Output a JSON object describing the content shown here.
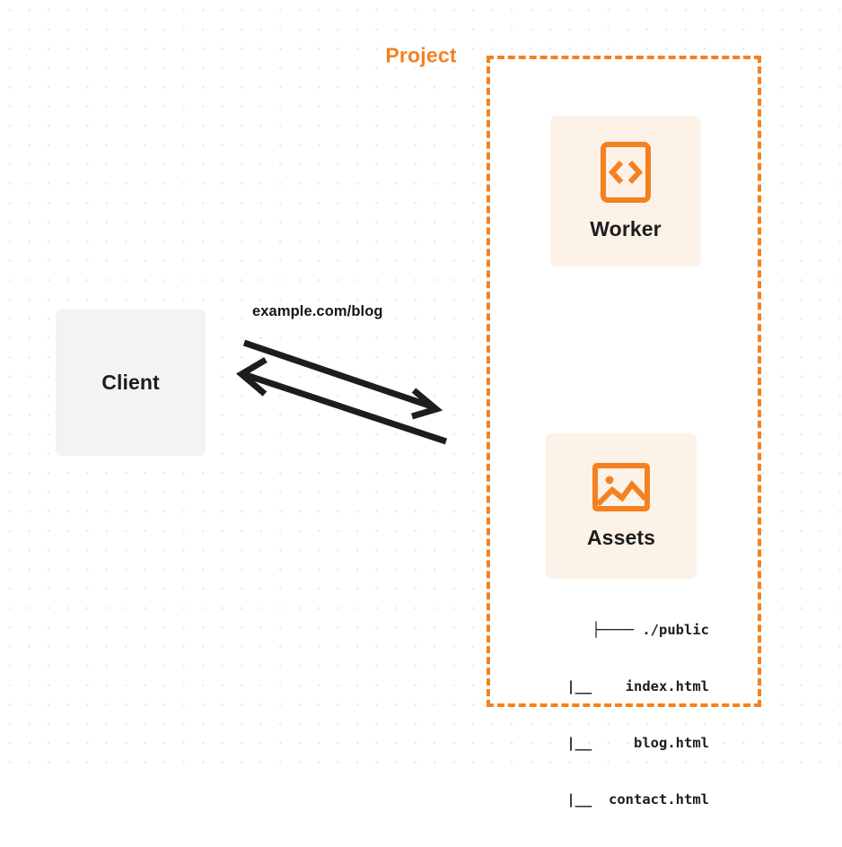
{
  "diagram": {
    "title": "Client to Cloudflare Project request flow",
    "colors": {
      "accent_orange": "#f48120",
      "card_background": "#fdf2e7",
      "client_background": "#f2f3f4",
      "text_dark": "#1d1d1f",
      "canvas_background": "#ffffff",
      "dot_grid": "#ececee"
    }
  },
  "client": {
    "label": "Client"
  },
  "connector": {
    "label": "example.com/blog",
    "request_direction": "right",
    "response_direction": "left"
  },
  "project": {
    "title": "Project",
    "worker": {
      "label": "Worker",
      "icon": "code-brackets-icon"
    },
    "assets": {
      "label": "Assets",
      "icon": "image-icon",
      "tree": [
        "├──── ./public",
        "   |__    index.html",
        "   |__     blog.html",
        "   |__  contact.html"
      ]
    }
  }
}
